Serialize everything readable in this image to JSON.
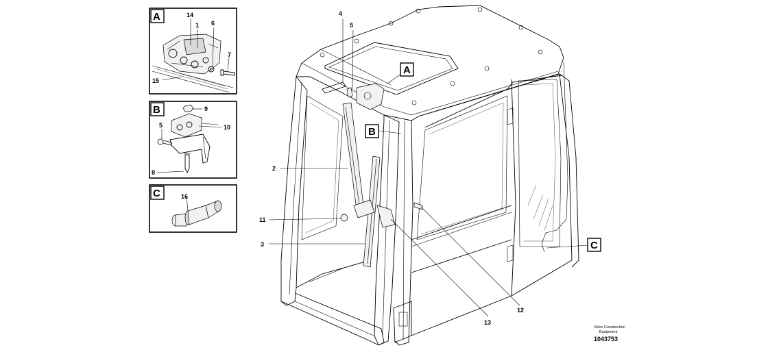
{
  "detail_panels": [
    {
      "tag": "A",
      "callouts": [
        "14",
        "1",
        "6",
        "7",
        "15"
      ]
    },
    {
      "tag": "B",
      "callouts": [
        "9",
        "5",
        "10",
        "8"
      ]
    },
    {
      "tag": "C",
      "callouts": [
        "16"
      ]
    }
  ],
  "main_callouts": [
    "4",
    "5",
    "2",
    "11",
    "3",
    "12",
    "13"
  ],
  "view_tags": [
    "A",
    "B",
    "C"
  ],
  "footer": {
    "company_line1": "Volvo Construction",
    "company_line2": "Equipment",
    "drawing_number": "1043753"
  }
}
